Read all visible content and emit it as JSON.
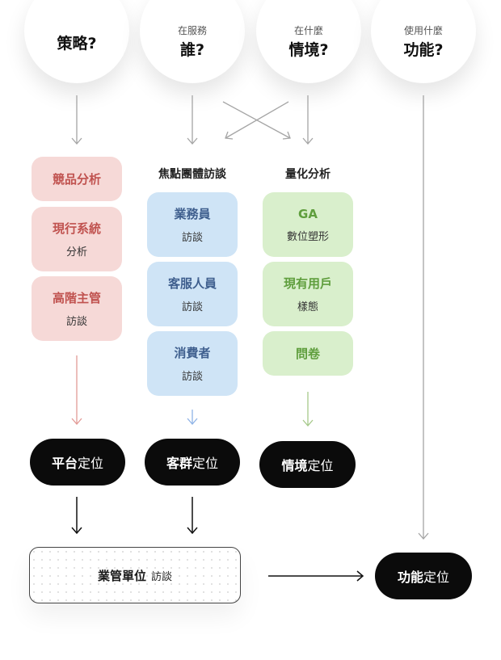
{
  "questions": [
    {
      "small": "",
      "big": "策略?"
    },
    {
      "small": "在服務",
      "big": "誰?"
    },
    {
      "small": "在什麼",
      "big": "情境?"
    },
    {
      "small": "使用什麼",
      "big": "功能?"
    }
  ],
  "columns": {
    "col2_header": "焦點團體訪談",
    "col3_header": "量化分析"
  },
  "strategy_cards": [
    {
      "title": "競品分析",
      "sub": ""
    },
    {
      "title": "現行系統",
      "sub": "分析"
    },
    {
      "title": "高階主管",
      "sub": "訪談"
    }
  ],
  "focus_cards": [
    {
      "title": "業務員",
      "sub": "訪談"
    },
    {
      "title": "客服人員",
      "sub": "訪談"
    },
    {
      "title": "消費者",
      "sub": "訪談"
    }
  ],
  "quant_cards": [
    {
      "title": "GA",
      "sub": "數位塑形"
    },
    {
      "title": "現有用戶",
      "sub": "樣態"
    },
    {
      "title": "問卷",
      "sub": ""
    }
  ],
  "positioning": {
    "platform": {
      "bold": "平台",
      "rest": "定位"
    },
    "audience": {
      "bold": "客群",
      "rest": "定位"
    },
    "context": {
      "bold": "情境",
      "rest": "定位"
    },
    "feature": {
      "bold": "功能",
      "rest": "定位"
    }
  },
  "business_unit": {
    "bold": "業管單位",
    "sub": "訪談"
  },
  "colors": {
    "red_card": "#f6d9d7",
    "red_text": "#c0524f",
    "blue_card": "#cfe4f6",
    "blue_text": "#3f5f8e",
    "green_card": "#d9efcc",
    "green_text": "#5f9e3d",
    "pill": "#0b0b0b"
  }
}
